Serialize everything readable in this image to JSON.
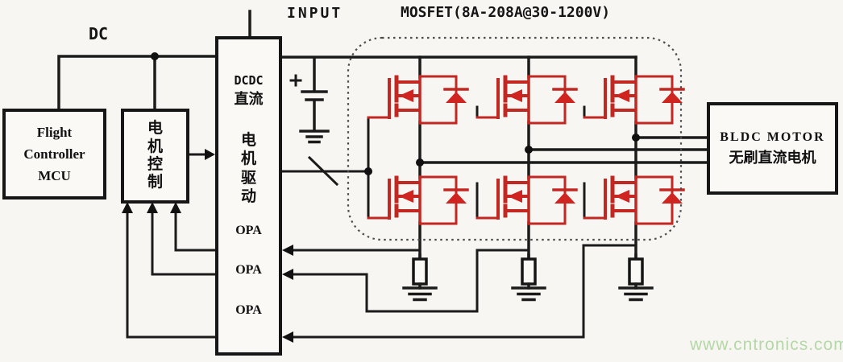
{
  "labels": {
    "dc": "DC",
    "input": "INPUT",
    "mosfet_title": "MOSFET(8A-208A@30-1200V)",
    "watermark": "www.cntronics.com"
  },
  "boxes": {
    "mcu": {
      "line1": "Flight",
      "line2": "Controller",
      "line3": "MCU"
    },
    "motor_control": {
      "c1": "电",
      "c2": "机",
      "c3": "控",
      "c4": "制"
    },
    "driver": {
      "title1": "DCDC",
      "title2": "直流",
      "d1": "电",
      "d2": "机",
      "d3": "驱",
      "d4": "动",
      "opa": "OPA"
    },
    "motor": {
      "line1": "BLDC MOTOR",
      "line2": "无刷直流电机"
    }
  },
  "components": {
    "mosfet_symbol": "n-mosfet-with-body-diode",
    "shunt_resistor_count": 3,
    "mosfet_count": 6
  },
  "colors": {
    "wire": "#1b1b1b",
    "mosfet_red": "#c22722",
    "watermark_green": "#b4d8a6",
    "background": "#f7f6f3"
  }
}
